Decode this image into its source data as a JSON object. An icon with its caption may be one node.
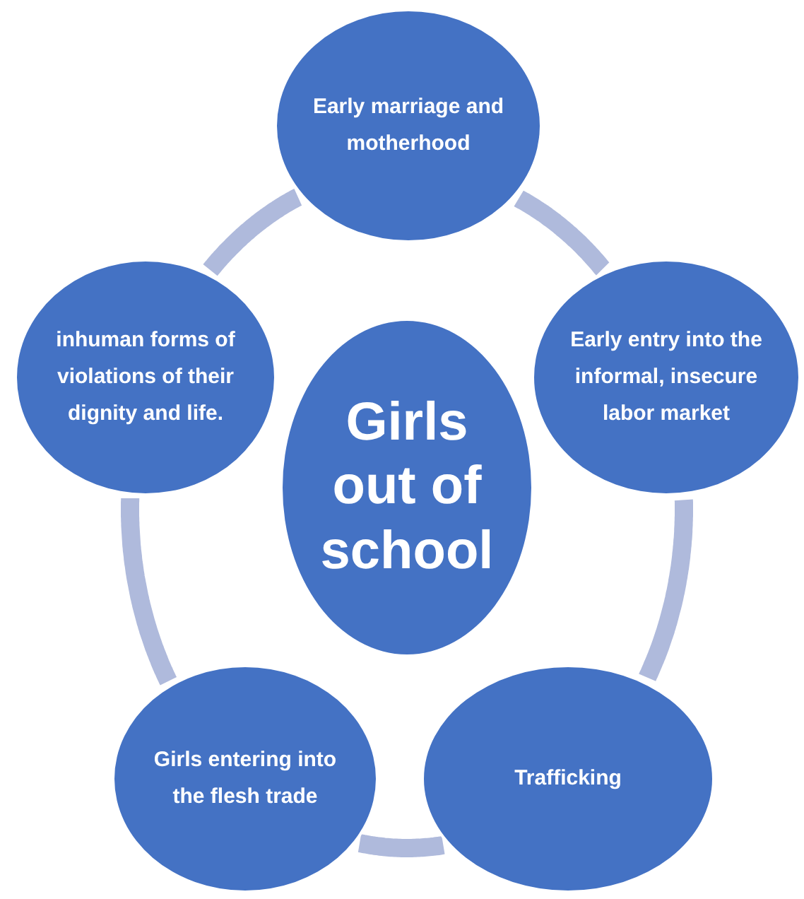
{
  "diagram": {
    "nodes": [
      {
        "text": [
          "Early marriage and motherhood"
        ]
      },
      {
        "text": [
          "inhuman forms of violations of their dignity and life."
        ]
      },
      {
        "text": [
          "Early entry into the informal, insecure labor market"
        ]
      },
      {
        "text": [
          "Girls out of school"
        ]
      },
      {
        "text": [
          "Girls entering into the flesh trade"
        ]
      },
      {
        "text": [
          "Trafficking"
        ]
      }
    ],
    "edges": [
      {
        "from": 0,
        "to": 2,
        "arrow": "none"
      },
      {
        "from": 2,
        "to": 5,
        "arrow": "none"
      },
      {
        "from": 5,
        "to": 4,
        "arrow": "none"
      },
      {
        "from": 4,
        "to": 1,
        "arrow": "none"
      },
      {
        "from": 1,
        "to": 0,
        "arrow": "none"
      }
    ]
  }
}
